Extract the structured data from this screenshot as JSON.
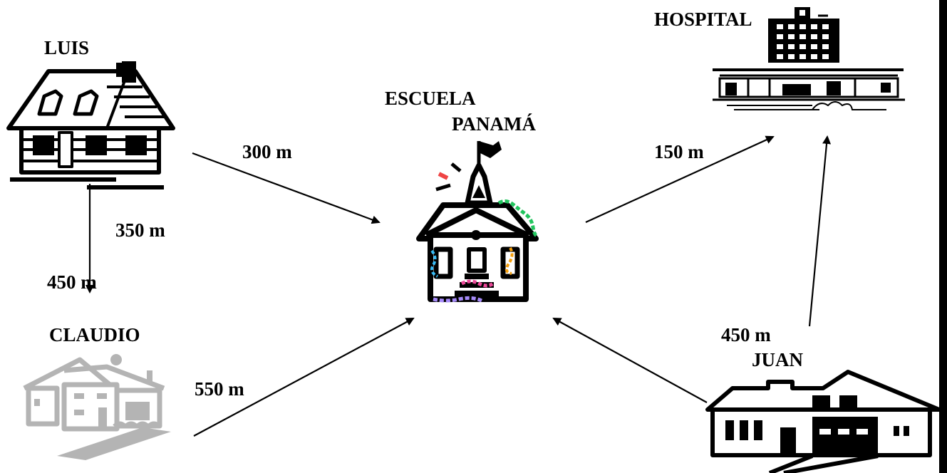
{
  "places": {
    "luis": "LUIS",
    "escuela_line1": "ESCUELA",
    "escuela_line2": "PANAMÁ",
    "hospital": "HOSPITAL",
    "claudio": "CLAUDIO",
    "juan": "JUAN"
  },
  "distances": {
    "luis_to_school": "300 m",
    "luis_to_claudio_a": "350 m",
    "luis_to_claudio_b": "450 m",
    "school_to_hospital": "150 m",
    "claudio_to_school": "550 m",
    "juan_to_hospital": "450 m"
  },
  "colors": {
    "ink": "#000000",
    "claudio_house": "#b4b4b4",
    "school_green": "#22c55e",
    "school_blue": "#38bdf8",
    "school_orange": "#f59e0b",
    "school_pink": "#ec4899",
    "school_purple": "#a78bfa",
    "school_red": "#ef4444"
  },
  "icons": [
    "house-luis-icon",
    "school-icon",
    "hospital-icon",
    "house-claudio-icon",
    "house-juan-icon"
  ]
}
